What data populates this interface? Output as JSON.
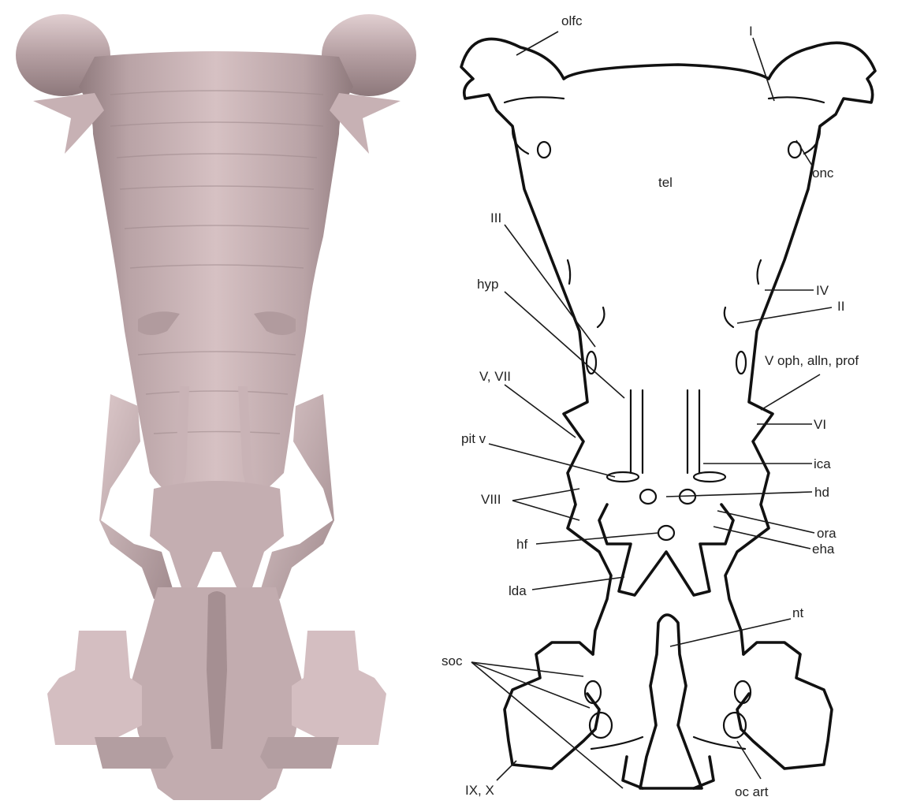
{
  "panel_left": {},
  "panel_right": {
    "labels": {
      "olfc": "olfc",
      "I": "I",
      "onc": "onc",
      "tel": "tel",
      "III": "III",
      "hyp": "hyp",
      "IV": "IV",
      "II": "II",
      "V_VII": "V, VII",
      "V_oph": "V oph, alln, prof",
      "VI": "VI",
      "pit_v": "pit v",
      "ica": "ica",
      "VIII": "VIII",
      "hd": "hd",
      "ora": "ora",
      "hf": "hf",
      "eha": "eha",
      "lda": "lda",
      "nt": "nt",
      "soc": "soc",
      "IX_X": "IX, X",
      "oc_art": "oc art"
    }
  },
  "colors": {
    "model_fill": "#d9c2c4",
    "model_shadow": "#a88f92",
    "line": "#111111"
  }
}
